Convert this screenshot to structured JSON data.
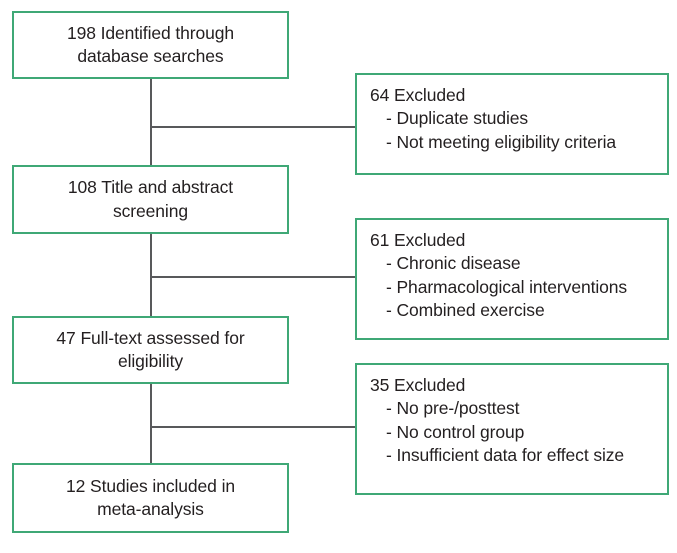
{
  "diagram": {
    "type": "prisma-flow-diagram",
    "accent_color": "#3fa876",
    "connector_color": "#58595b",
    "text_color": "#231f20",
    "background": "#ffffff"
  },
  "stages": [
    {
      "id": "identification",
      "count": "198",
      "lines": [
        "198 Identified through",
        "database searches"
      ]
    },
    {
      "id": "screening",
      "count": "108",
      "lines": [
        "108 Title and abstract",
        "screening"
      ]
    },
    {
      "id": "eligibility",
      "count": "47",
      "lines": [
        "47 Full-text assessed for",
        "eligibility"
      ]
    },
    {
      "id": "included",
      "count": "12",
      "lines": [
        "12 Studies included in",
        "meta-analysis"
      ]
    }
  ],
  "exclusions": [
    {
      "id": "exclusion-1",
      "heading": "64 Excluded",
      "count": "64",
      "reasons": [
        "- Duplicate studies",
        "- Not meeting eligibility criteria"
      ]
    },
    {
      "id": "exclusion-2",
      "heading": "61 Excluded",
      "count": "61",
      "reasons": [
        "- Chronic disease",
        "- Pharmacological interventions",
        "- Combined exercise"
      ]
    },
    {
      "id": "exclusion-3",
      "heading": "35 Excluded",
      "count": "35",
      "reasons": [
        "- No pre-/posttest",
        "- No control group",
        "- Insufficient data for effect size"
      ]
    }
  ]
}
